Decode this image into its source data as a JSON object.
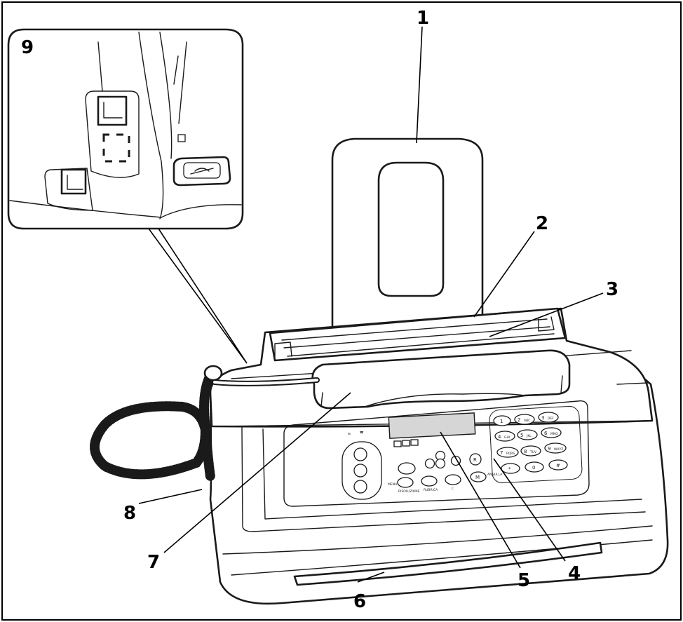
{
  "callouts": [
    {
      "id": "1",
      "label": "1"
    },
    {
      "id": "2",
      "label": "2"
    },
    {
      "id": "3",
      "label": "3"
    },
    {
      "id": "4",
      "label": "4"
    },
    {
      "id": "5",
      "label": "5"
    },
    {
      "id": "6",
      "label": "6"
    },
    {
      "id": "7",
      "label": "7"
    },
    {
      "id": "8",
      "label": "8"
    },
    {
      "id": "9",
      "label": "9"
    }
  ],
  "keypad": {
    "keys": [
      "1",
      "2",
      "ABC",
      "3",
      "DEF",
      "4",
      "GHI",
      "5",
      "JKL",
      "6",
      "MNO",
      "7",
      "PQRS",
      "8",
      "TUV",
      "9",
      "WXYZ",
      "*",
      "0",
      "#"
    ]
  },
  "control_panel": {
    "r_key": "R",
    "m_key": "M",
    "side_label": "MENU",
    "menu_caption": "ANNULLA",
    "bottom_labels": [
      "RISOLUZIONE",
      "RUBRICA",
      "C"
    ]
  },
  "colors": {
    "line": "#1a1a1a",
    "background": "#ffffff",
    "display": "#d6d6d6"
  }
}
